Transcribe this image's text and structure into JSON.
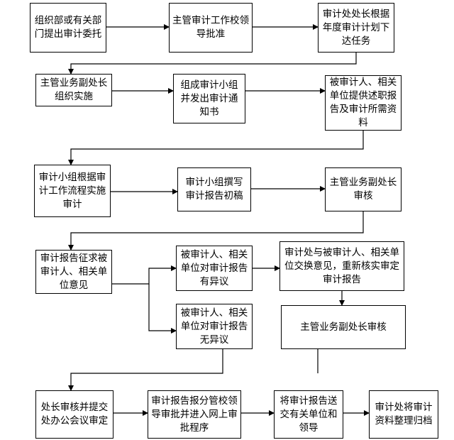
{
  "nodes": [
    {
      "id": "n1",
      "text": "组织部或有关部门提出审计委托"
    },
    {
      "id": "n2",
      "text": "主管审计工作校领导批准"
    },
    {
      "id": "n3",
      "text": "审计处处长根据年度审计计划下达任务"
    },
    {
      "id": "n4",
      "text": "主管业务副处长组织实施"
    },
    {
      "id": "n5",
      "text": "组成审计小组并发出审计通知书"
    },
    {
      "id": "n6",
      "text": "被审计人、相关单位提供述职报告及审计所需资料"
    },
    {
      "id": "n7",
      "text": "审计小组根据审计工作流程实施审计"
    },
    {
      "id": "n8",
      "text": "审计小组撰写审计报告初稿"
    },
    {
      "id": "n9",
      "text": "主管业务副处长审核"
    },
    {
      "id": "n10",
      "text": "审计报告征求被审计人、相关单位意见"
    },
    {
      "id": "n11",
      "text": "被审计人、相关单位对审计报告有异议"
    },
    {
      "id": "n12",
      "text": "审计处与被审计人、相关单位交换意见，重新核实审定审计报告"
    },
    {
      "id": "n13",
      "text": "被审计人、相关单位对审计报告无异议"
    },
    {
      "id": "n14",
      "text": "主管业务副处长审核"
    },
    {
      "id": "n15",
      "text": "处长审核并提交处办公会议审定"
    },
    {
      "id": "n16",
      "text": "审计报告报分管校领导审批并进入网上审批程序"
    },
    {
      "id": "n17",
      "text": "将审计报告送交有关单位和领导"
    },
    {
      "id": "n18",
      "text": "审计处将审计资料整理归档"
    }
  ],
  "edges": [
    {
      "from": "n1",
      "to": "n2"
    },
    {
      "from": "n2",
      "to": "n3"
    },
    {
      "from": "n3",
      "to": "n4"
    },
    {
      "from": "n4",
      "to": "n5"
    },
    {
      "from": "n5",
      "to": "n6"
    },
    {
      "from": "n6",
      "to": "n7"
    },
    {
      "from": "n7",
      "to": "n8"
    },
    {
      "from": "n8",
      "to": "n9"
    },
    {
      "from": "n9",
      "to": "n10"
    },
    {
      "from": "n10",
      "to": "n11"
    },
    {
      "from": "n10",
      "to": "n13"
    },
    {
      "from": "n11",
      "to": "n12"
    },
    {
      "from": "n12",
      "to": "n14"
    },
    {
      "from": "n13",
      "to": "n15"
    },
    {
      "from": "n14",
      "to": "n15"
    },
    {
      "from": "n15",
      "to": "n16"
    },
    {
      "from": "n16",
      "to": "n17"
    },
    {
      "from": "n17",
      "to": "n18"
    }
  ]
}
